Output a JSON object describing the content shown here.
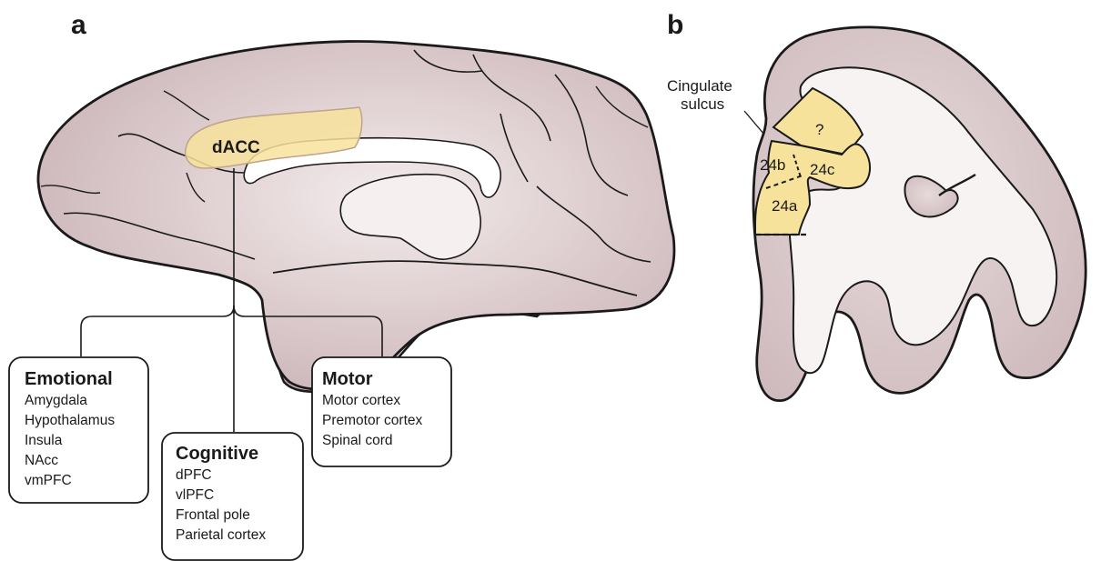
{
  "panel_a": {
    "letter": "a",
    "region_label": "dACC",
    "boxes": [
      {
        "title": "Emotional",
        "items": [
          "Amygdala",
          "Hypothalamus",
          "Insula",
          "NAcc",
          "vmPFC"
        ]
      },
      {
        "title": "Cognitive",
        "items": [
          "dPFC",
          "vlPFC",
          "Frontal pole",
          "Parietal cortex"
        ]
      },
      {
        "title": "Motor",
        "items": [
          "Motor cortex",
          "Premotor cortex",
          "Spinal cord"
        ]
      }
    ]
  },
  "panel_b": {
    "letter": "b",
    "sulcus_label": [
      "Cingulate",
      "sulcus"
    ],
    "areas": [
      "?",
      "24b",
      "24c",
      "24a"
    ]
  },
  "colors": {
    "cortex": "#d9c8cb",
    "highlight": "#f7e29b",
    "white_matter": "#f7f3f2",
    "outline": "#1a1a1a"
  }
}
